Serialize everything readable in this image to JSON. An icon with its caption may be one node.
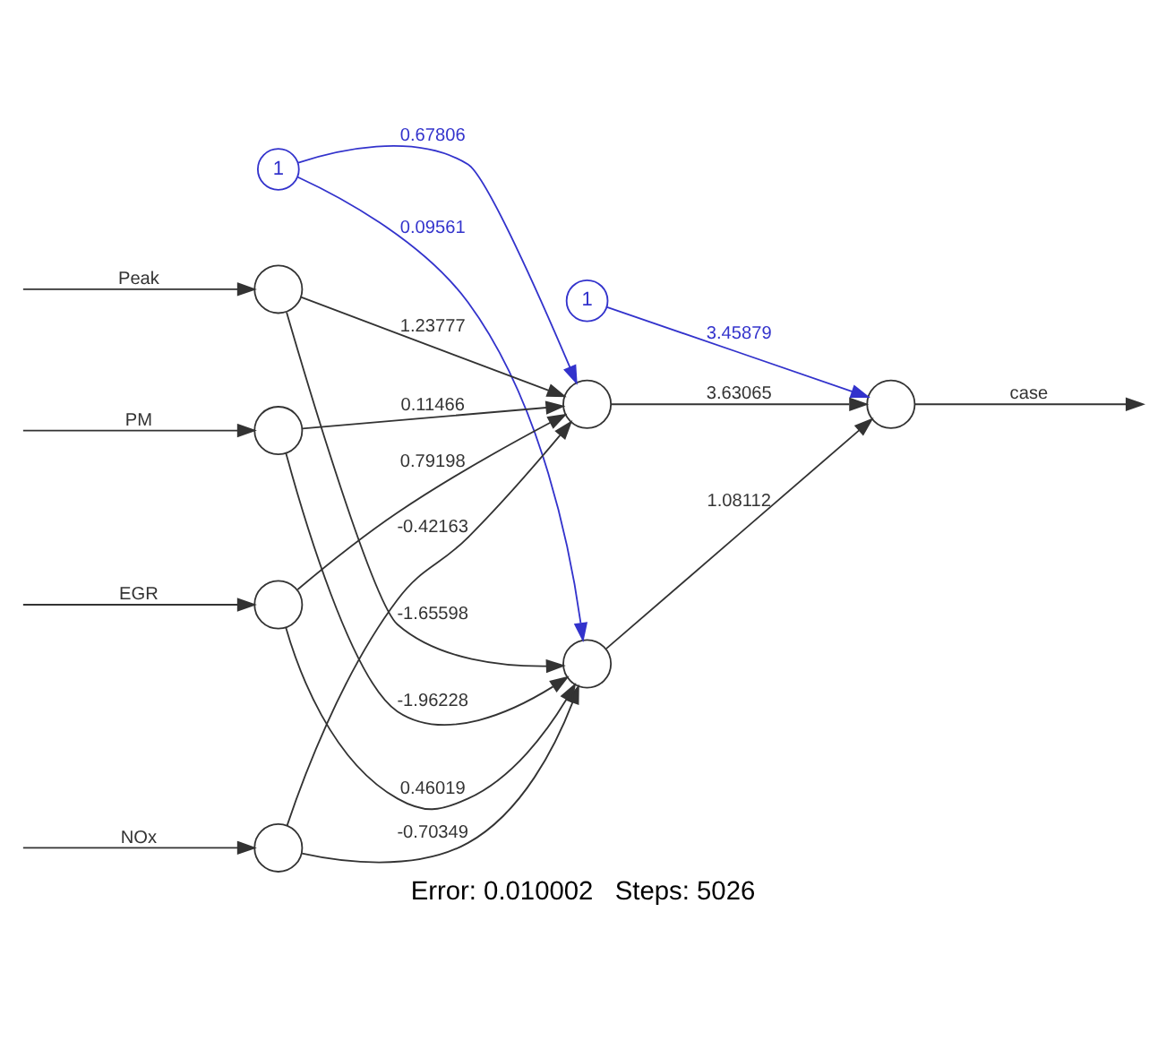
{
  "diagram": {
    "caption": "Error: 0.010002   Steps: 5026",
    "nodes": [
      {
        "text": [
          "1"
        ]
      },
      {
        "text": [
          "1"
        ]
      },
      {
        "text": [],
        "shape": "circle"
      },
      {
        "text": [],
        "shape": "circle"
      },
      {
        "text": [],
        "shape": "circle"
      },
      {
        "text": [],
        "shape": "circle"
      },
      {
        "text": [],
        "shape": "circle"
      },
      {
        "text": [],
        "shape": "circle"
      },
      {
        "text": [],
        "shape": "circle"
      }
    ],
    "edges": [
      {
        "from": null,
        "to": 2,
        "arrow": "to",
        "label": "PM"
      },
      {
        "from": null,
        "to": 3,
        "arrow": "to",
        "label": "Peak"
      },
      {
        "from": null,
        "to": 4,
        "arrow": "to",
        "label": "NOx"
      },
      {
        "from": null,
        "to": 5,
        "arrow": "to",
        "label": "EGR"
      },
      {
        "from": 2,
        "to": 6,
        "arrow": "to",
        "label": "0.11466"
      },
      {
        "from": 2,
        "to": 7,
        "arrow": "to",
        "label": "-1.96228"
      },
      {
        "from": 3,
        "to": 6,
        "arrow": "to",
        "label": "1.23777"
      },
      {
        "from": 3,
        "to": 7,
        "arrow": "to",
        "label": "-1.65598"
      },
      {
        "from": 4,
        "to": 6,
        "arrow": "to",
        "label": "-0.42163"
      },
      {
        "from": 4,
        "to": 7,
        "arrow": "to",
        "label": "-0.70349"
      },
      {
        "from": 5,
        "to": 6,
        "arrow": "to",
        "label": "0.79198"
      },
      {
        "from": 5,
        "to": 7,
        "arrow": "to",
        "label": "0.46019"
      },
      {
        "from": 0,
        "to": 6,
        "arrow": "to",
        "label": "0.67806",
        "color": "#3333cc"
      },
      {
        "from": 0,
        "to": 7,
        "arrow": "to",
        "label": "0.09561",
        "color": "#3333cc"
      },
      {
        "from": 6,
        "to": 8,
        "arrow": "to",
        "label": "3.63065"
      },
      {
        "from": 7,
        "to": 8,
        "arrow": "to",
        "label": "1.08112"
      },
      {
        "from": 1,
        "to": 8,
        "arrow": "to",
        "label": "3.45879",
        "color": "#3333cc"
      },
      {
        "from": 8,
        "to": null,
        "arrow": "to",
        "label": "case"
      }
    ]
  }
}
